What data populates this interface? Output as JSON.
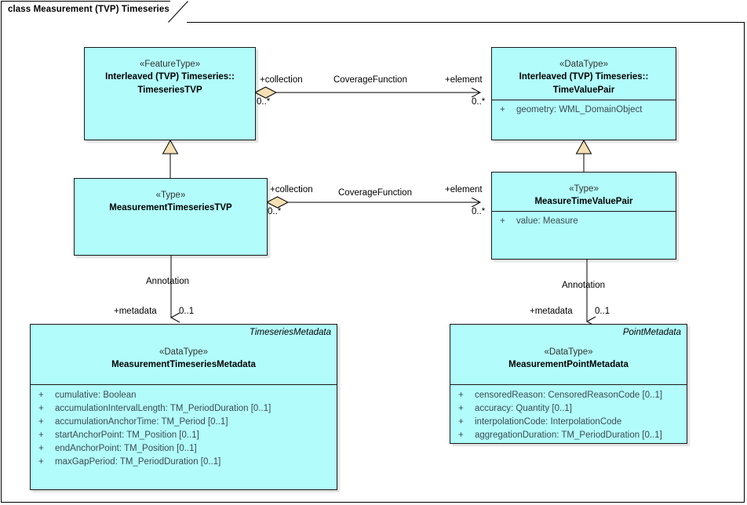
{
  "diagram": {
    "title": "class Measurement (TVP) Timeseries",
    "colors": {
      "class_fill": "#b2fcfc",
      "class_border": "#1a1a1a",
      "adornment_fill": "#f5dfb4",
      "line": "#000000",
      "attribute_text": "#3b4a52"
    }
  },
  "classes": {
    "timeseries_tvp": {
      "stereotype": "«FeatureType»",
      "name_line1": "Interleaved (TVP) Timeseries::",
      "name_line2": "TimeseriesTVP",
      "qualifier": "",
      "attributes": []
    },
    "time_value_pair": {
      "stereotype": "«DataType»",
      "name_line1": "Interleaved (TVP) Timeseries::",
      "name_line2": "TimeValuePair",
      "qualifier": "",
      "attributes": [
        {
          "visibility": "+",
          "text": "geometry: WML_DomainObject"
        }
      ]
    },
    "measurement_timeseries_tvp": {
      "stereotype": "«Type»",
      "name_line1": "MeasurementTimeseriesTVP",
      "name_line2": "",
      "qualifier": "",
      "attributes": []
    },
    "measure_time_value_pair": {
      "stereotype": "«Type»",
      "name_line1": "MeasureTimeValuePair",
      "name_line2": "",
      "qualifier": "",
      "attributes": [
        {
          "visibility": "+",
          "text": "value: Measure"
        }
      ]
    },
    "measurement_timeseries_metadata": {
      "stereotype": "«DataType»",
      "name_line1": "MeasurementTimeseriesMetadata",
      "name_line2": "",
      "qualifier": "TimeseriesMetadata",
      "attributes": [
        {
          "visibility": "+",
          "text": "cumulative: Boolean"
        },
        {
          "visibility": "+",
          "text": "accumulationIntervalLength: TM_PeriodDuration [0..1]"
        },
        {
          "visibility": "+",
          "text": "accumulationAnchorTime: TM_Period [0..1]"
        },
        {
          "visibility": "+",
          "text": "startAnchorPoint: TM_Position [0..1]"
        },
        {
          "visibility": "+",
          "text": "endAnchorPoint: TM_Position [0..1]"
        },
        {
          "visibility": "+",
          "text": "maxGapPeriod: TM_PeriodDuration [0..1]"
        }
      ]
    },
    "measurement_point_metadata": {
      "stereotype": "«DataType»",
      "name_line1": "MeasurementPointMetadata",
      "name_line2": "",
      "qualifier": "PointMetadata",
      "attributes": [
        {
          "visibility": "+",
          "text": "censoredReason: CensoredReasonCode [0..1]"
        },
        {
          "visibility": "+",
          "text": "accuracy: Quantity [0..1]"
        },
        {
          "visibility": "+",
          "text": "interpolationCode: InterpolationCode"
        },
        {
          "visibility": "+",
          "text": "aggregationDuration: TM_PeriodDuration [0..1]"
        }
      ]
    }
  },
  "connectors": {
    "coverage_top": {
      "name": "CoverageFunction",
      "source_role": "+collection",
      "source_mult": "0..*",
      "target_role": "+element",
      "target_mult": "0..*"
    },
    "coverage_bottom": {
      "name": "CoverageFunction",
      "source_role": "+collection",
      "source_mult": "0..*",
      "target_role": "+element",
      "target_mult": "0..*"
    },
    "annotation_left": {
      "name": "Annotation",
      "target_role": "+metadata",
      "target_mult": "0..1"
    },
    "annotation_right": {
      "name": "Annotation",
      "target_role": "+metadata",
      "target_mult": "0..1"
    }
  }
}
